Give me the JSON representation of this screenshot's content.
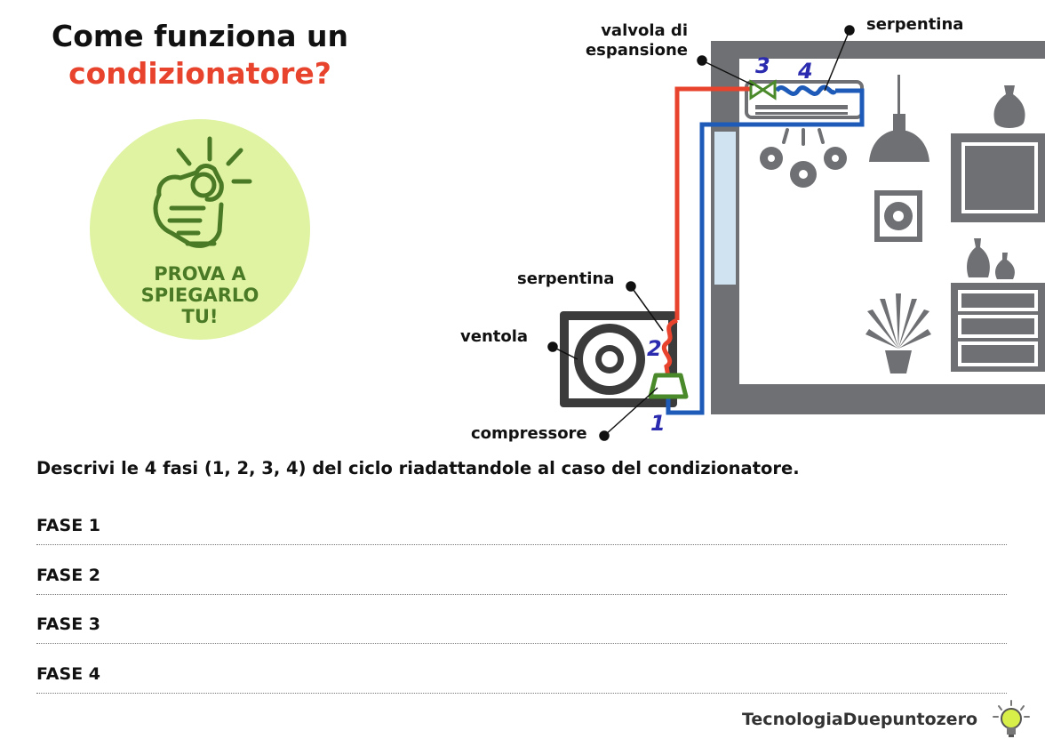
{
  "title": {
    "line1": "Come funziona un",
    "line2": "condizionatore?"
  },
  "badge": {
    "line1": "PROVA A",
    "line2": "SPIEGARLO",
    "line3": "TU!",
    "icon": "pointing-hand-icon"
  },
  "diagram": {
    "labels": {
      "valve_line1": "valvola di",
      "valve_line2": "espansione",
      "coil_indoor": "serpentina",
      "coil_outdoor": "serpentina",
      "fan": "ventola",
      "compressor": "compressore"
    },
    "steps": [
      "1",
      "2",
      "3",
      "4"
    ],
    "colors": {
      "hot_pipe": "#e8432c",
      "cold_pipe": "#1e5bb8",
      "step_number": "#2b2bb0",
      "wall": "#6f7073",
      "compressor": "#4a8a2a"
    }
  },
  "instruction": "Descrivi le 4 fasi (1, 2, 3, 4) del ciclo  riadattandole al caso del condizionatore.",
  "phases": [
    "FASE 1",
    "FASE 2",
    "FASE 3",
    "FASE 4"
  ],
  "footer": {
    "brand": "TecnologiaDuepuntozero",
    "logo_icon": "lightbulb-icon"
  }
}
